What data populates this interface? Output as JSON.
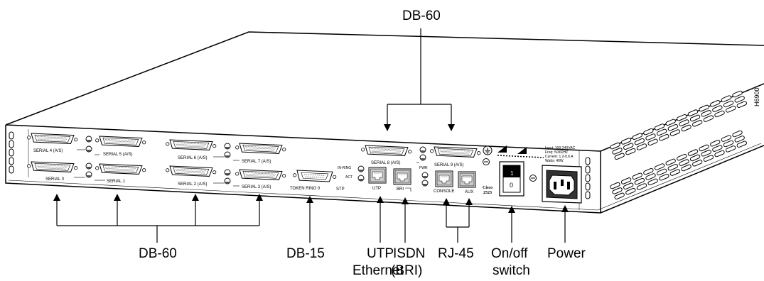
{
  "callouts": {
    "db60_top": "DB-60",
    "db60_bottom": "DB-60",
    "db15": "DB-15",
    "utp_line1": "UTP",
    "utp_line2": "Ethernet",
    "isdn_line1": "ISDN",
    "isdn_line2": "(BRI)",
    "rj45": "RJ-45",
    "onoff_line1": "On/off",
    "onoff_line2": "switch",
    "power": "Power"
  },
  "port_labels": {
    "serial4": "SERIAL 4 (A/S)",
    "serial5": "SERIAL 5 (A/S)",
    "serial0": "SERIAL 0",
    "serial1": "SERIAL 1",
    "serial6": "SERIAL 6 (A/S)",
    "serial7": "SERIAL 7 (A/S)",
    "serial2": "SERIAL 2 (A/S)",
    "serial3": "SERIAL 3 (A/S)",
    "token_ring": "TOKEN RING 0",
    "stp": "STP",
    "serial8": "SERIAL 8 (A/S)",
    "serial9": "SERIAL 9 (A/S)",
    "in_ring": "IN-RING",
    "act": "ACT",
    "utp": "UTP",
    "bri": "BRI",
    "pwr": "PWR",
    "console": "CONSOLE",
    "aux": "AUX"
  },
  "power_rating": {
    "input": "Input: 100-240VAC",
    "freq": "Freq: 50/60HZ",
    "current": "Current: 1.2-0.6 A",
    "watts": "Watts: 40W"
  },
  "model": {
    "brand": "Cisco",
    "number": "2523"
  },
  "switch": {
    "on": "1",
    "off": "0"
  },
  "figure_id": "H6900"
}
